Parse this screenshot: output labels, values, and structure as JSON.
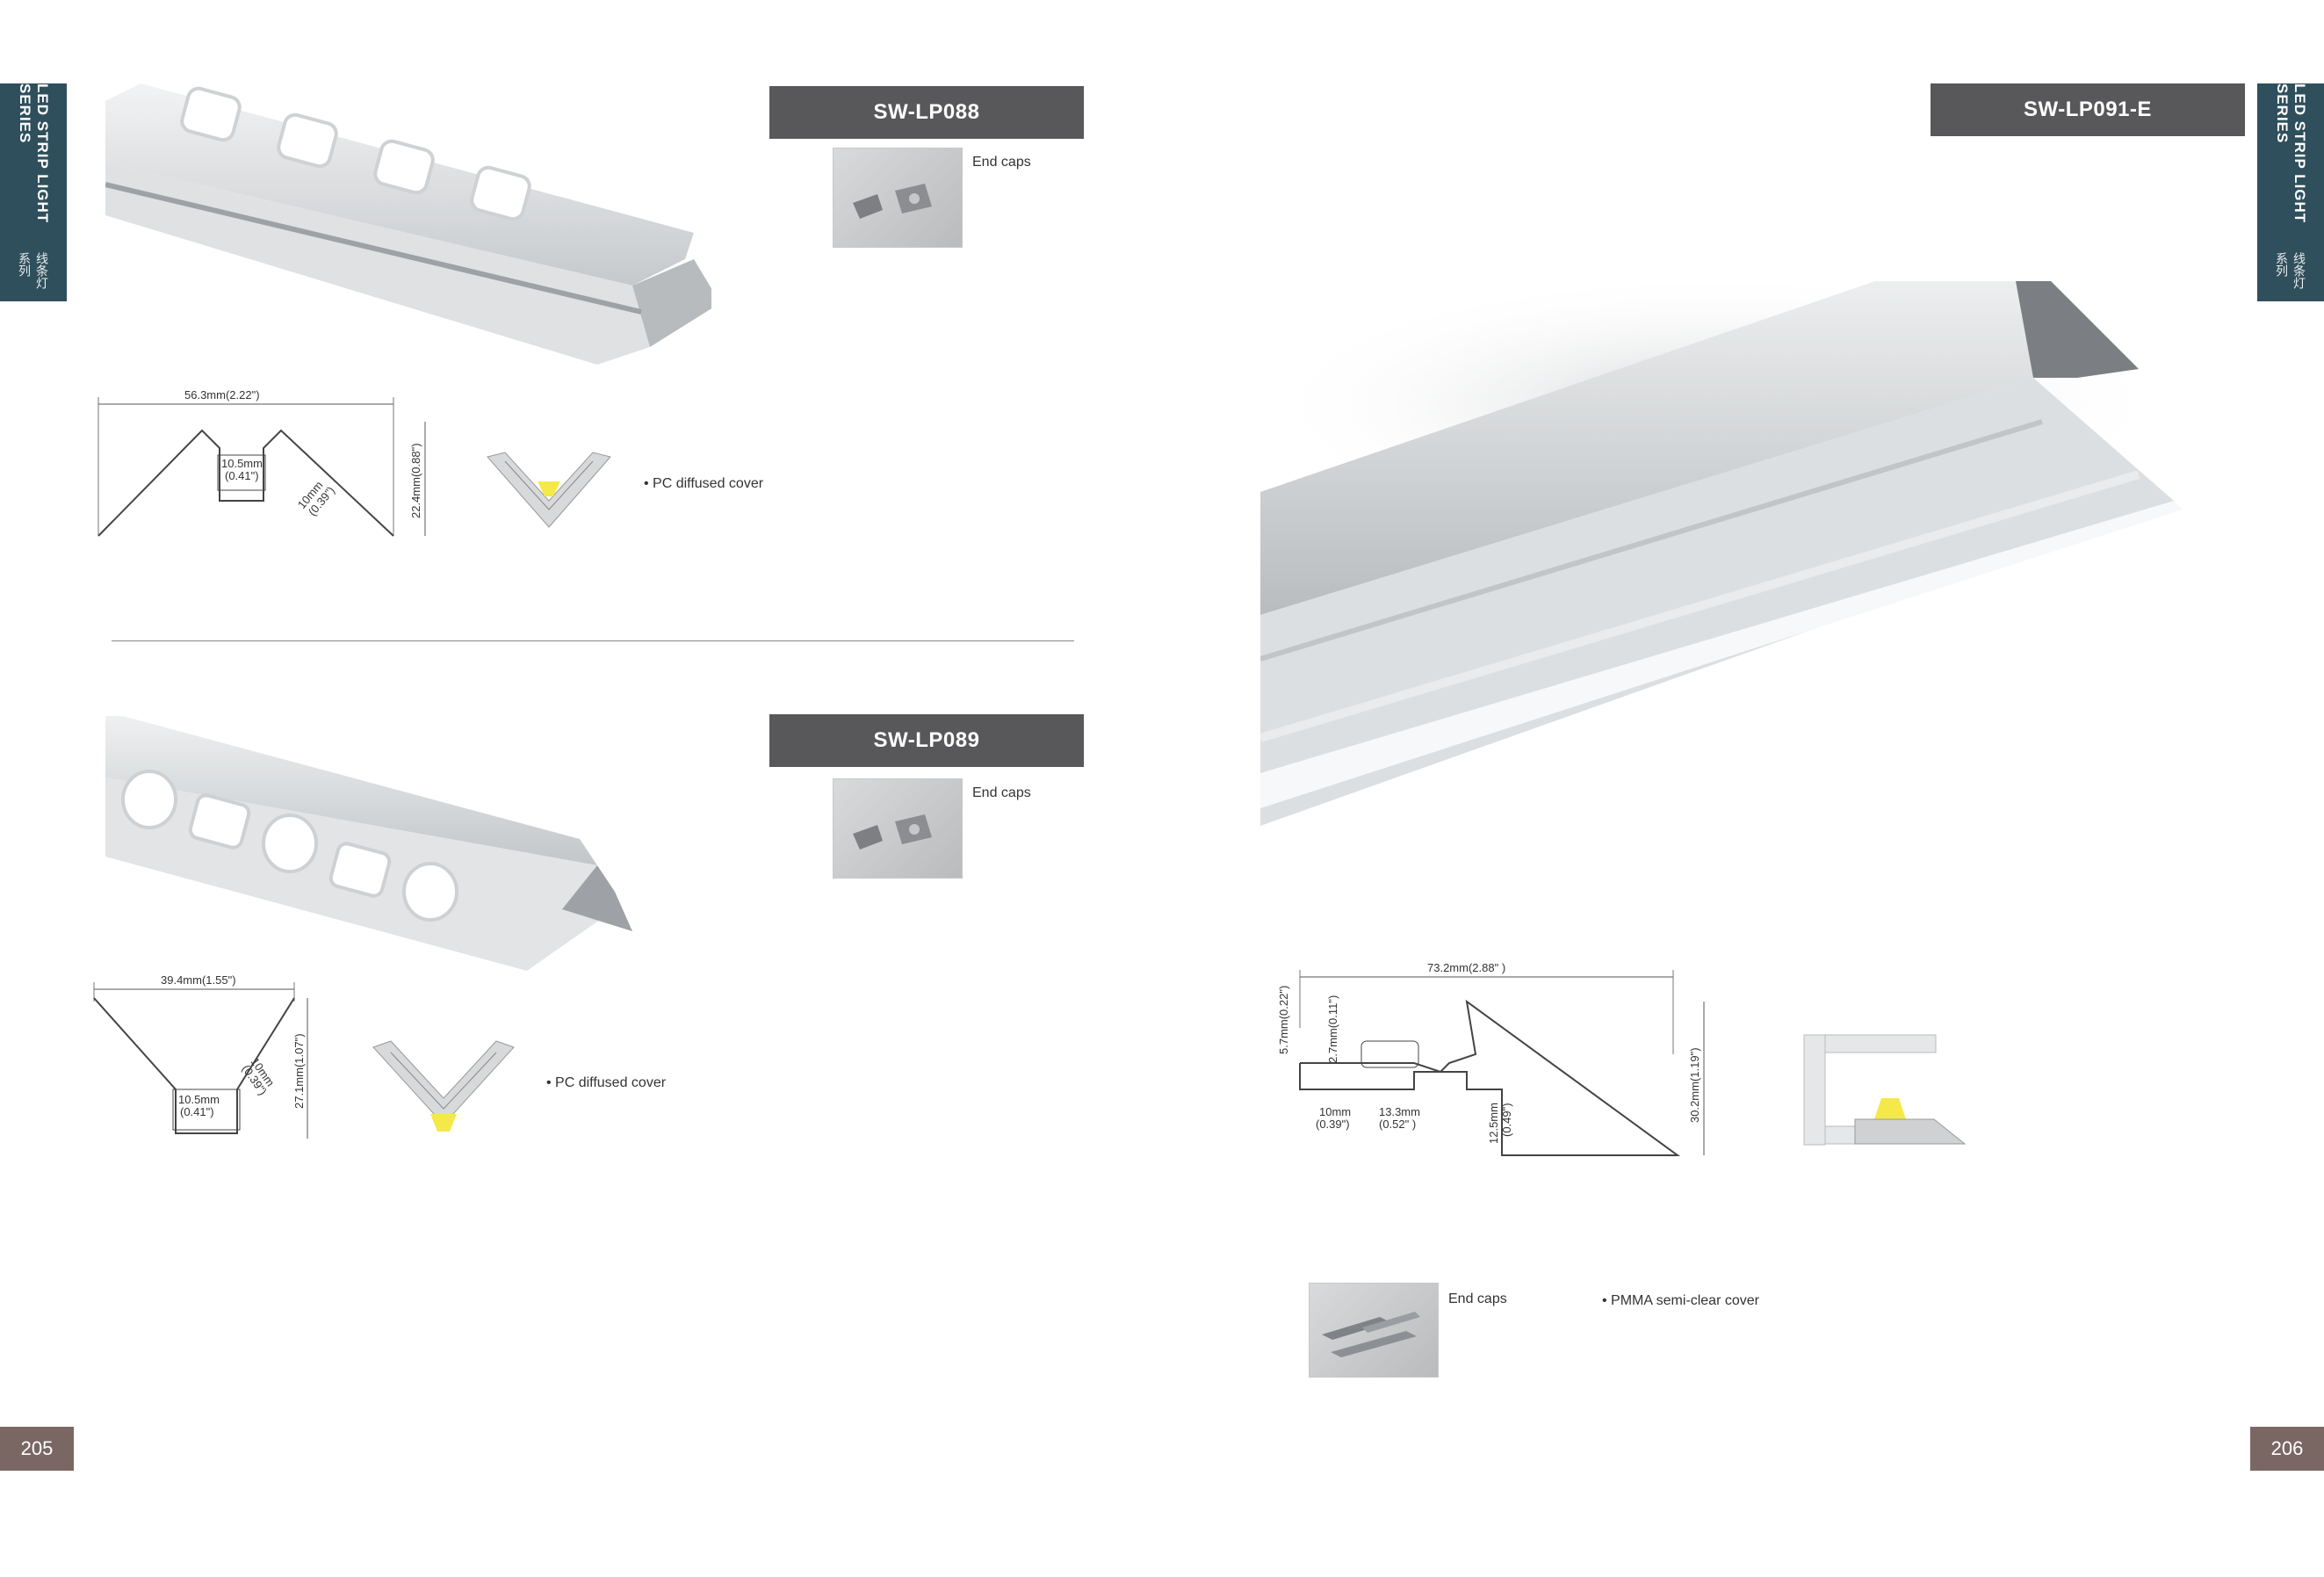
{
  "side_tab": {
    "title_en": "LED STRIP LIGHT SERIES",
    "title_zh": "线条灯系列"
  },
  "products": [
    {
      "model": "SW-LP088",
      "end_caps_label": "End caps",
      "cover_label": "PC diffused cover",
      "dims": {
        "width": "56.3mm(2.22\")",
        "height": "22.4mm(0.88\")",
        "inner": "10.5mm",
        "inner_in": "(0.41\")",
        "side": "10mm",
        "side_in": "(0.39\")"
      }
    },
    {
      "model": "SW-LP089",
      "end_caps_label": "End caps",
      "cover_label": "PC diffused cover",
      "dims": {
        "width": "39.4mm(1.55\")",
        "height": "27.1mm(1.07\")",
        "inner": "10.5mm",
        "inner_in": "(0.41\")",
        "side": "10mm",
        "side_in": "(0.39\")"
      }
    },
    {
      "model": "SW-LP091-E",
      "end_caps_label": "End caps",
      "cover_label": "PMMA semi-clear cover",
      "dims": {
        "width": "73.2mm(2.88\" )",
        "height": "30.2mm(1.19\")",
        "a": "5.7mm(0.22\")",
        "b": "2.7mm(0.11\")",
        "c": "10mm",
        "c_in": "(0.39\")",
        "d": "13.3mm",
        "d_in": "(0.52\" )",
        "e": "12.5mm",
        "e_in": "(0.49\")"
      }
    }
  ],
  "page_numbers": {
    "left": "205",
    "right": "206"
  }
}
